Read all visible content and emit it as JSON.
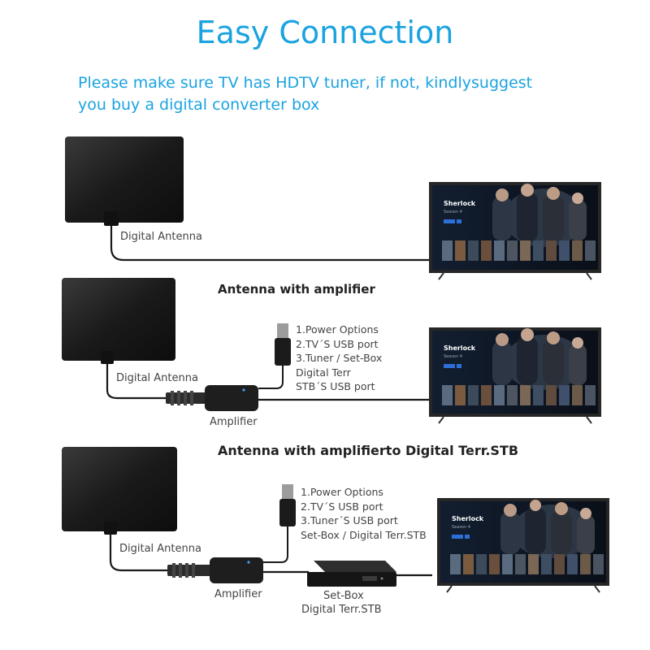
{
  "header": {
    "title": "Easy Connection",
    "subtitle_line1": "Please make sure TV has HDTV tuner, if not, kindlysuggest",
    "subtitle_line2": "you buy a digital converter box"
  },
  "tv_screen": {
    "show_title": "Sherlock",
    "season": "Season 4"
  },
  "section1": {
    "antenna_label": "Digital Antenna"
  },
  "section2": {
    "heading": "Antenna with amplifier",
    "antenna_label": "Digital Antenna",
    "amplifier_label": "Amplifier",
    "options": [
      "1.Power Options",
      "2.TV´S USB port",
      "3.Tuner / Set-Box",
      "Digital Terr",
      "STB´S USB port"
    ]
  },
  "section3": {
    "heading": "Antenna with amplifierto Digital Terr.STB",
    "antenna_label": "Digital Antenna",
    "amplifier_label": "Amplifier",
    "options": [
      "1.Power Options",
      "2.TV´S USB port",
      "3.Tuner´S USB port",
      "Set-Box / Digital Terr.STB"
    ],
    "setbox_label_line1": "Set-Box",
    "setbox_label_line2": "Digital Terr.STB"
  },
  "colors": {
    "accent": "#1aa3e0",
    "antenna": "#1c1c1c",
    "cable": "#1a1a1a",
    "tv_frame": "#2a2a2a",
    "tv_bg": "#0e1622"
  }
}
